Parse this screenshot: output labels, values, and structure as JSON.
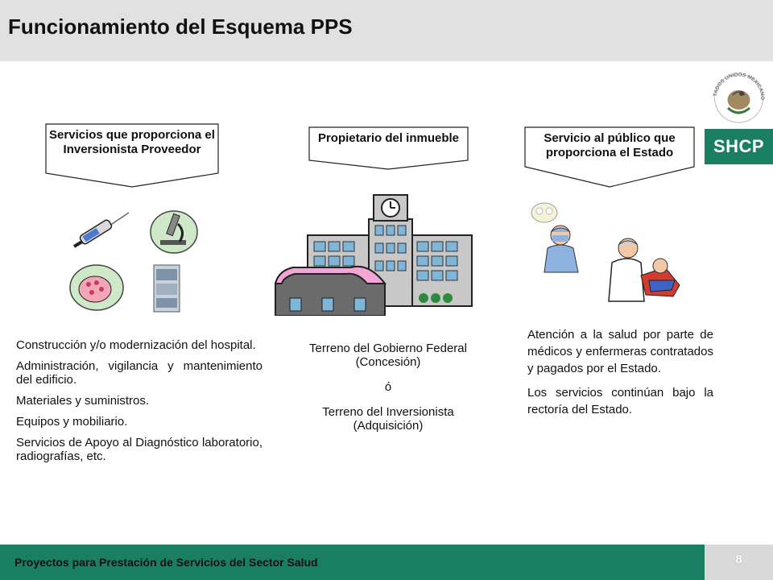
{
  "header": {
    "title": "Funcionamiento del Esquema PPS"
  },
  "brand": {
    "name": "SHCP",
    "seal_text": "ESTADOS UNIDOS MEXICANOS",
    "accent": "#1a7f62"
  },
  "columns": [
    {
      "callout": "Servicios que proporciona el Inversionista Proveedor",
      "items": [
        "Construcción y/o modernización del hospital.",
        "Administración, vigilancia y mantenimiento del edificio.",
        "Materiales y suministros.",
        "Equipos y mobiliario.",
        "Servicios de Apoyo al Diagnóstico laboratorio, radiografías, etc."
      ],
      "icons": [
        "syringe-icon",
        "microscope-icon",
        "cell-culture-icon",
        "medical-cabinet-icon"
      ]
    },
    {
      "callout": "Propietario del inmueble",
      "items": [
        "Terreno del Gobierno Federal (Concesión)",
        "ó",
        "Terreno del Inversionista (Adquisición)"
      ],
      "icons": [
        "hospital-building-icon"
      ]
    },
    {
      "callout": "Servicio al público que proporciona el Estado",
      "items": [
        "Atención a la salud por parte de médicos y enfermeras contratados y pagados por el Estado.",
        "Los servicios continúan bajo la rectoría del Estado."
      ],
      "icons": [
        "surgeon-icon",
        "dentist-icon"
      ]
    }
  ],
  "footer": {
    "text": "Proyectos para Prestación de Servicios del Sector Salud",
    "page": "8"
  }
}
